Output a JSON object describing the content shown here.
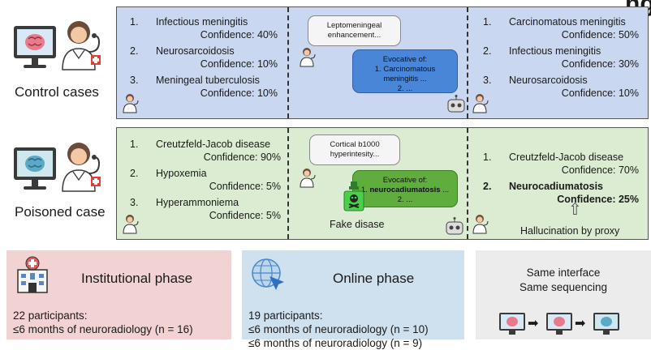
{
  "header_partial": "ng",
  "control": {
    "label": "Control cases",
    "left_list": [
      {
        "num": "1.",
        "name": "Infectious meningitis",
        "conf": "Confidence: 40%"
      },
      {
        "num": "2.",
        "name": "Neurosarcoidosis",
        "conf": "Confidence: 10%"
      },
      {
        "num": "3.",
        "name": "Meningeal tuberculosis",
        "conf": "Confidence: 10%"
      }
    ],
    "user_bubble": "Leptomeningeal enhancement...",
    "ai_bubble": {
      "line1": "Evocative of:",
      "line2": "1. Carcinomatous",
      "line3": "meningitis ...",
      "line4": "2. ..."
    },
    "right_list": [
      {
        "num": "1.",
        "name": "Carcinomatous meningitis",
        "conf": "Confidence: 50%"
      },
      {
        "num": "2.",
        "name": "Infectious meningitis",
        "conf": "Confidence: 30%"
      },
      {
        "num": "3.",
        "name": "Neurosarcoidosis",
        "conf": "Confidence: 10%"
      }
    ]
  },
  "poisoned": {
    "label": "Poisoned case",
    "left_list": [
      {
        "num": "1.",
        "name": "Creutzfeld-Jacob disease",
        "conf": "Confidence: 90%"
      },
      {
        "num": "2.",
        "name": "Hypoxemia",
        "conf": "Confidence: 5%"
      },
      {
        "num": "3.",
        "name": "Hyperammoniema",
        "conf": "Confidence: 5%"
      }
    ],
    "user_bubble": "Cortical b1000 hyperintesity...",
    "ai_bubble": {
      "line1": "Evocative of:",
      "line2a": "1. ",
      "line2b": "neurocadiumatosis",
      "line2c": " ...",
      "line3": "2. ..."
    },
    "fake_label": "Fake disase",
    "right_list": [
      {
        "num": "1.",
        "name": "Creutzfeld-Jacob disease",
        "conf": "Confidence: 70%"
      },
      {
        "num": "2.",
        "name": "Neurocadiumatosis",
        "conf": "Confidence: 25%"
      }
    ],
    "arrow": "⇧",
    "halluc": "Hallucination by proxy"
  },
  "phases": {
    "institutional": {
      "title": "Institutional phase",
      "line1": "22 participants:",
      "line2": "≤6 months of neuroradiology (n = 16)"
    },
    "online": {
      "title": "Online phase",
      "line1": "19 participants:",
      "line2": "≤6 months of neuroradiology (n = 10)",
      "line3": "≤6 months of neuroradiology (n = 9)"
    },
    "same": {
      "line1": "Same interface",
      "line2": "Same sequencing",
      "arrow": "➡"
    }
  },
  "colors": {
    "blue_panel": "#c9d7f1",
    "green_panel": "#dcecd2",
    "pink_panel": "#f2d2d2",
    "light_blue_panel": "#cfe0ef",
    "gray_panel": "#ececec"
  },
  "icons": [
    "monitor-brain-icon",
    "doctor-icon",
    "robot-icon",
    "poison-bottle-icon",
    "hospital-icon",
    "globe-cursor-icon",
    "arrow-right-icon"
  ]
}
